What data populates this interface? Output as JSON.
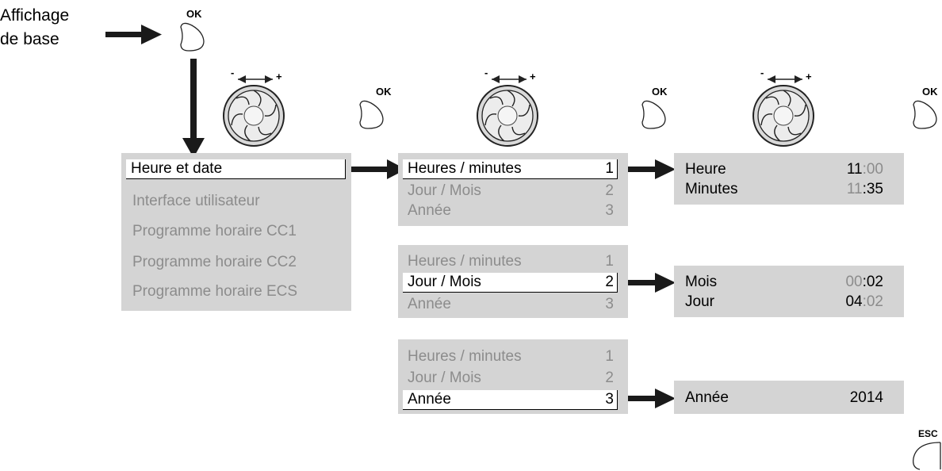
{
  "intro": {
    "line1": "Affichage",
    "line2": "de base"
  },
  "buttons": {
    "ok": "OK",
    "esc": "ESC"
  },
  "dial": {
    "minus": "-",
    "plus": "+"
  },
  "main_menu": {
    "items": [
      {
        "label": "Heure et date"
      },
      {
        "label": "Interface utilisateur"
      },
      {
        "label": "Programme horaire CC1"
      },
      {
        "label": "Programme horaire CC2"
      },
      {
        "label": "Programme horaire ECS"
      }
    ]
  },
  "submenus": [
    {
      "items": [
        {
          "label": "Heures / minutes",
          "num": "1"
        },
        {
          "label": "Jour / Mois",
          "num": "2"
        },
        {
          "label": "Année",
          "num": "3"
        }
      ]
    },
    {
      "items": [
        {
          "label": "Heures / minutes",
          "num": "1"
        },
        {
          "label": "Jour / Mois",
          "num": "2"
        },
        {
          "label": "Année",
          "num": "3"
        }
      ]
    },
    {
      "items": [
        {
          "label": "Heures / minutes",
          "num": "1"
        },
        {
          "label": "Jour / Mois",
          "num": "2"
        },
        {
          "label": "Année",
          "num": "3"
        }
      ]
    }
  ],
  "results": {
    "time": {
      "heure_label": "Heure",
      "heure_a": "11",
      "heure_sep": ":",
      "heure_b": "00",
      "minutes_label": "Minutes",
      "minutes_a": "11",
      "minutes_sep": ":",
      "minutes_b": "35"
    },
    "date": {
      "mois_label": "Mois",
      "mois_a": "00",
      "mois_sep": ":",
      "mois_b": "02",
      "jour_label": "Jour",
      "jour_a": "04",
      "jour_sep": ":",
      "jour_b": "02"
    },
    "year": {
      "label": "Année",
      "value": "2014"
    }
  }
}
